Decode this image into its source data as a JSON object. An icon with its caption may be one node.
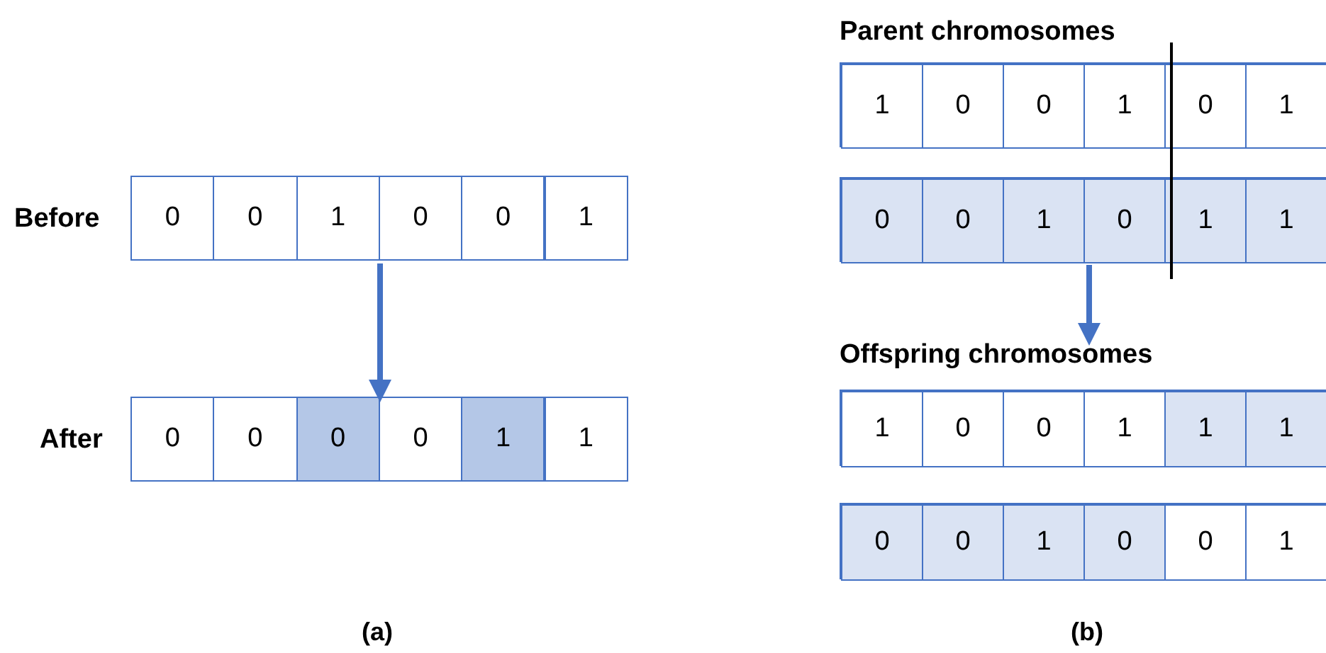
{
  "diagram": {
    "nodes": [
      {
        "text": [
          "Before"
        ]
      },
      {
        "text": [
          "0"
        ],
        "in": 0
      },
      {
        "text": [
          "0"
        ],
        "in": 0
      },
      {
        "text": [
          "1"
        ],
        "in": 0
      },
      {
        "text": [
          "0"
        ],
        "in": 0
      },
      {
        "text": [
          "0"
        ],
        "in": 0
      },
      {
        "text": [
          "1"
        ],
        "in": 0
      },
      {
        "text": [
          "After"
        ]
      },
      {
        "text": [
          "0"
        ],
        "in": 7
      },
      {
        "text": [
          "0"
        ],
        "in": 7
      },
      {
        "text": [
          "0"
        ],
        "in": 7
      },
      {
        "text": [
          "0"
        ],
        "in": 7
      },
      {
        "text": [
          "1"
        ],
        "in": 7
      },
      {
        "text": [
          "1"
        ],
        "in": 7
      },
      {
        "text": [
          "Parent chromosomes"
        ]
      },
      {
        "text": [],
        "shape": "box",
        "in": 14
      },
      {
        "text": [
          "1"
        ],
        "in": 15
      },
      {
        "text": [
          "0"
        ],
        "in": 15
      },
      {
        "text": [
          "0"
        ],
        "in": 15
      },
      {
        "text": [
          "1"
        ],
        "in": 15
      },
      {
        "text": [
          "0"
        ],
        "in": 15
      },
      {
        "text": [
          "1"
        ],
        "in": 15
      },
      {
        "text": [],
        "shape": "box",
        "in": 14
      },
      {
        "text": [
          "0"
        ],
        "in": 22
      },
      {
        "text": [
          "0"
        ],
        "in": 22
      },
      {
        "text": [
          "1"
        ],
        "in": 22
      },
      {
        "text": [
          "0"
        ],
        "in": 22
      },
      {
        "text": [
          "1"
        ],
        "in": 22
      },
      {
        "text": [
          "1"
        ],
        "in": 22
      },
      {
        "text": [
          "Offspring chromosomes"
        ]
      },
      {
        "text": [],
        "shape": "box",
        "in": 29
      },
      {
        "text": [
          "1"
        ],
        "in": 30
      },
      {
        "text": [
          "0"
        ],
        "in": 30
      },
      {
        "text": [
          "0"
        ],
        "in": 30
      },
      {
        "text": [
          "1"
        ],
        "in": 30
      },
      {
        "text": [
          "1"
        ],
        "in": 30
      },
      {
        "text": [
          "1"
        ],
        "in": 30
      },
      {
        "text": [],
        "shape": "box",
        "in": 29
      },
      {
        "text": [
          "0"
        ],
        "in": 37
      },
      {
        "text": [
          "0"
        ],
        "in": 37
      },
      {
        "text": [
          "1"
        ],
        "in": 37
      },
      {
        "text": [
          "0"
        ],
        "in": 37
      },
      {
        "text": [
          "0"
        ],
        "in": 37
      },
      {
        "text": [
          "1"
        ],
        "in": 37
      }
    ],
    "edges": [
      {
        "from": 0,
        "to": 7,
        "arrow": "to"
      },
      {
        "from": 14,
        "to": 29,
        "arrow": "to"
      }
    ],
    "labels": [
      "(a)",
      "(b)"
    ]
  }
}
